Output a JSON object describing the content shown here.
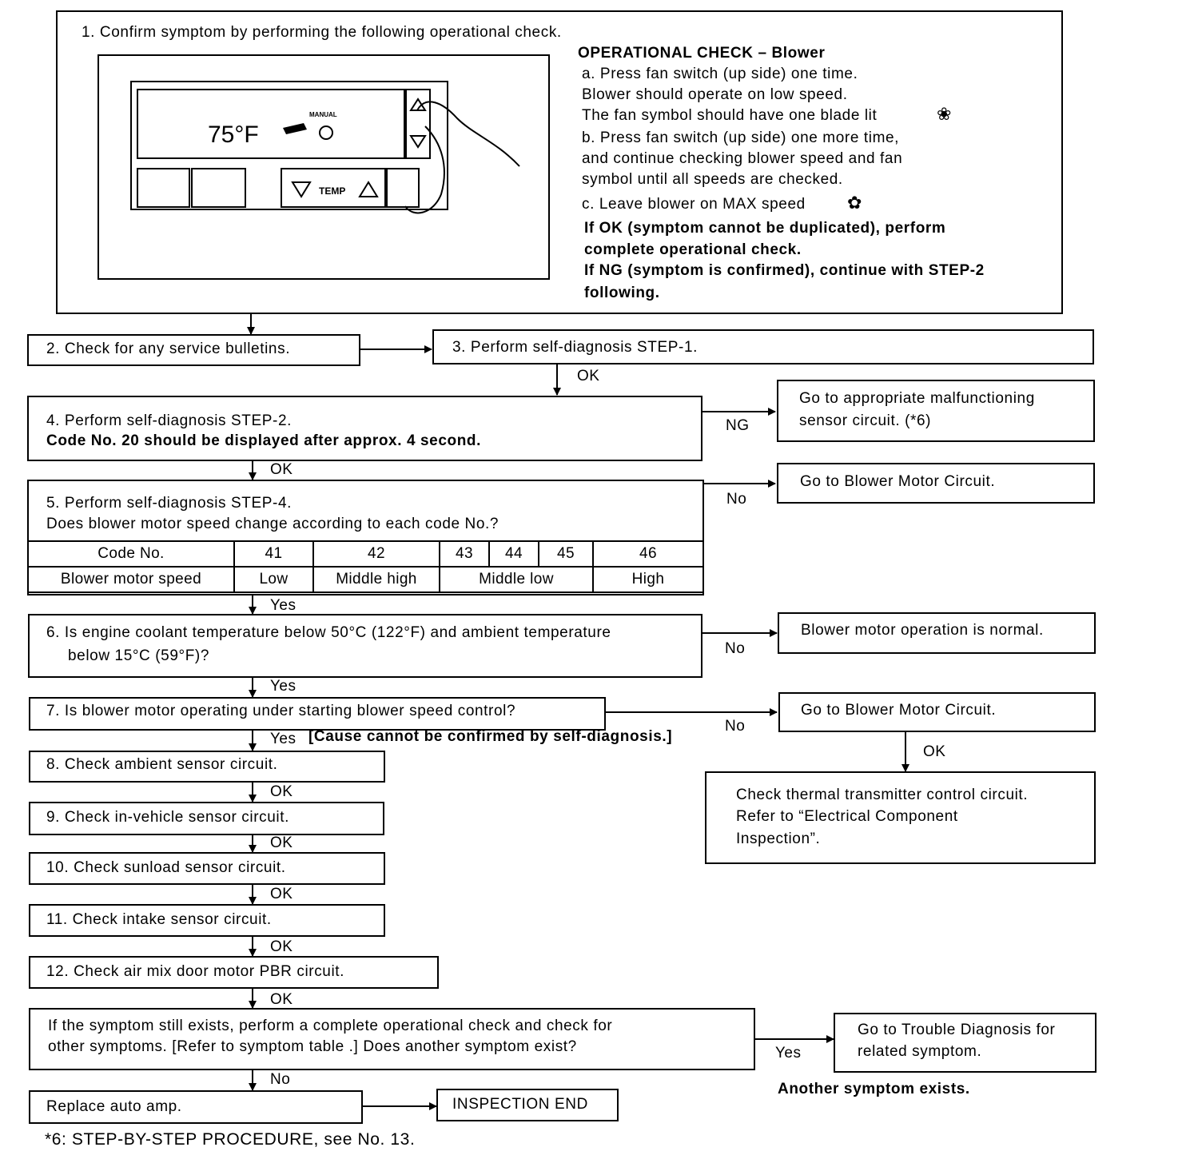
{
  "step1": {
    "title": "1. Confirm symptom by performing the following operational check.",
    "panel": {
      "temp_display": "75°F",
      "manual": "MANUAL",
      "temp_label": "TEMP"
    },
    "opcheck_title": "OPERATIONAL CHECK – Blower",
    "lines": [
      "a. Press fan switch (up side) one time.",
      "Blower should operate on low speed.",
      "The fan symbol should have one blade lit",
      "b. Press fan switch (up side) one more time,",
      "and continue checking blower speed and fan",
      "symbol until all speeds are checked.",
      "c. Leave blower on MAX speed"
    ],
    "bold_lines": [
      "If OK (symptom cannot be duplicated), perform",
      "complete operational check.",
      "If NG (symptom is confirmed), continue with STEP-2",
      "following."
    ]
  },
  "step2": "2. Check for any service bulletins.",
  "step3": "3. Perform self-diagnosis STEP-1.",
  "step4": {
    "line1": "4. Perform self-diagnosis STEP-2.",
    "line2": "Code No. 20 should be displayed after approx. 4 second."
  },
  "ng_result": {
    "line1": "Go to appropriate malfunctioning",
    "line2": "sensor circuit. (*6)"
  },
  "step5": {
    "line1": "5. Perform self-diagnosis STEP-4.",
    "line2": "Does blower motor speed change according to each code No.?",
    "table": {
      "header_label": "Code No.",
      "row_label": "Blower motor speed",
      "codes": [
        "41",
        "42",
        "43",
        "44",
        "45",
        "46"
      ],
      "speeds": [
        "Low",
        "Middle high",
        "Middle low",
        "High"
      ]
    }
  },
  "blower_circuit_1": "Go to Blower Motor Circuit.",
  "step6": {
    "line1": "6. Is engine coolant temperature below 50°C (122°F) and ambient temperature",
    "line2": "below 15°C (59°F)?"
  },
  "normal": "Blower motor operation is normal.",
  "step7": "7. Is blower motor operating under starting blower speed control?",
  "blower_circuit_2": "Go to Blower Motor Circuit.",
  "cause_note": "[Cause cannot be confirmed by self-diagnosis.]",
  "thermal": {
    "line1": "Check thermal transmitter control circuit.",
    "line2": "Refer to “Electrical Component",
    "line3": "Inspection”."
  },
  "step8": "8. Check ambient sensor circuit.",
  "step9": "9. Check in-vehicle sensor circuit.",
  "step10": "10. Check sunload sensor circuit.",
  "step11": "11. Check intake sensor circuit.",
  "step12": "12. Check air mix door motor PBR circuit.",
  "final_q": {
    "line1": "If the symptom still exists, perform a complete operational check  and check for",
    "line2": "other symptoms. [Refer to symptom table .] Does another symptom exist?"
  },
  "trouble": {
    "line1": "Go to Trouble Diagnosis for",
    "line2": "related symptom."
  },
  "another": "Another symptom exists.",
  "replace": "Replace auto amp.",
  "end": "INSPECTION END",
  "footnote": "*6:   STEP-BY-STEP PROCEDURE, see No. 13.",
  "labels": {
    "ok": "OK",
    "ng": "NG",
    "no": "No",
    "yes": "Yes"
  }
}
